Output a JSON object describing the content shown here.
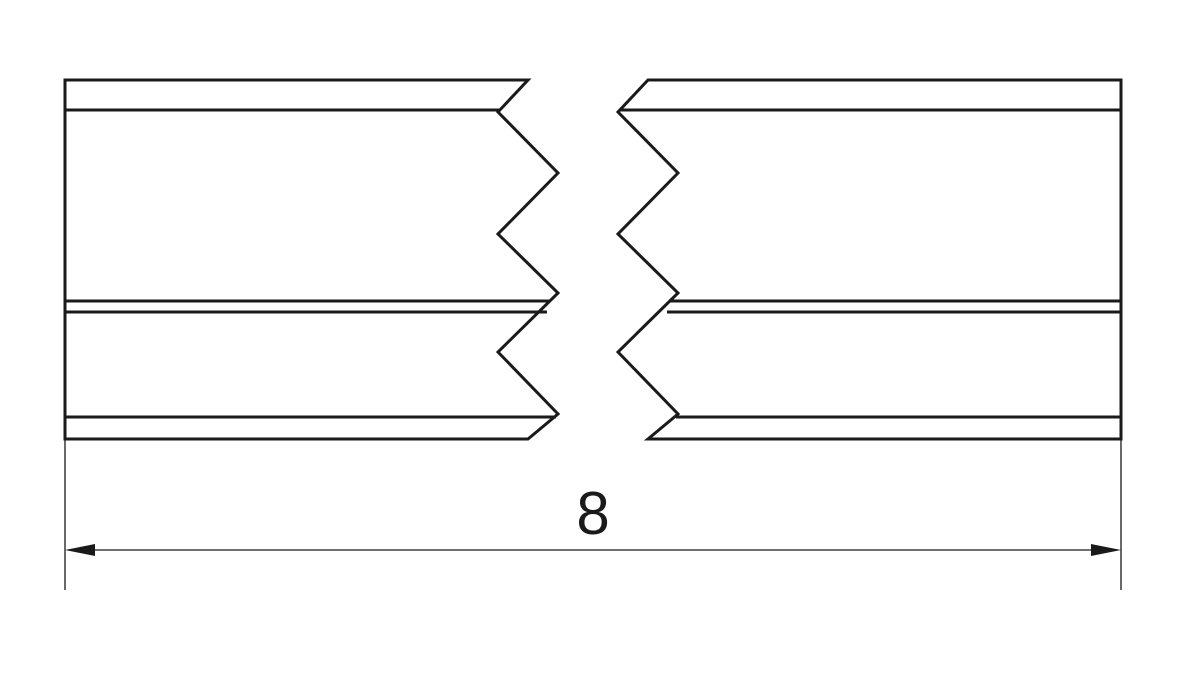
{
  "drawing": {
    "kind": "technical-drawing",
    "subject": "strip-with-break-lines",
    "line_color": "#1a1a1a",
    "background_color": "#ffffff",
    "dimension": {
      "label": "8"
    }
  }
}
